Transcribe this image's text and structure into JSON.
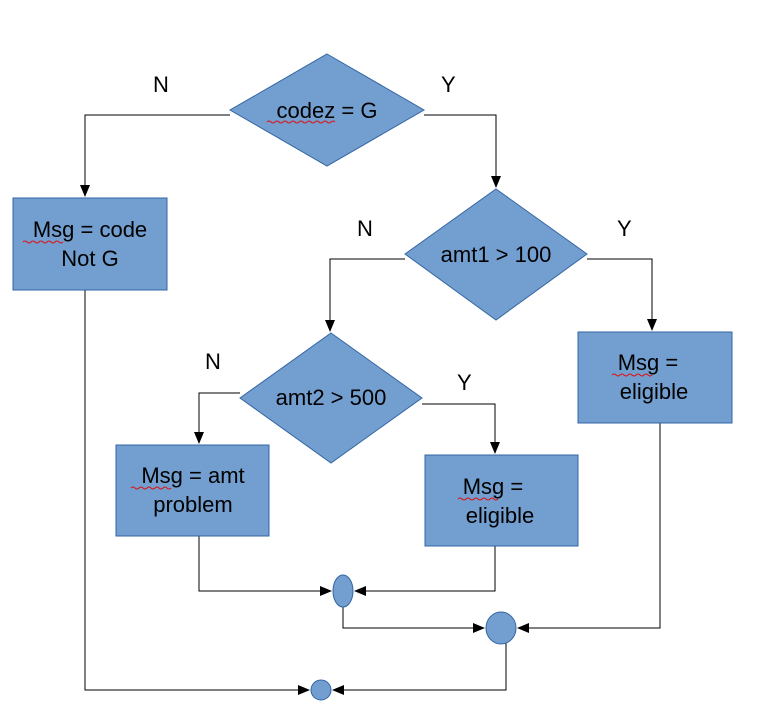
{
  "colors": {
    "shape_fill": "#729fcf",
    "shape_border": "#3465a4",
    "line": "#000000",
    "spellcheck_underline": "#e01010"
  },
  "decisions": {
    "codez": {
      "label": "codez = G",
      "no_label": "N",
      "yes_label": "Y"
    },
    "amt1": {
      "label": "amt1 > 100",
      "no_label": "N",
      "yes_label": "Y"
    },
    "amt2": {
      "label": "amt2 > 500",
      "no_label": "N",
      "yes_label": "Y"
    }
  },
  "messages": {
    "code_not_g": {
      "line1": "Msg = code",
      "line2": "Not G"
    },
    "eligible_amt1": {
      "line1": "Msg =",
      "line2": "eligible"
    },
    "amt_problem": {
      "line1": "Msg = amt",
      "line2": "problem"
    },
    "eligible_amt2": {
      "line1": "Msg =",
      "line2": "eligible"
    }
  }
}
